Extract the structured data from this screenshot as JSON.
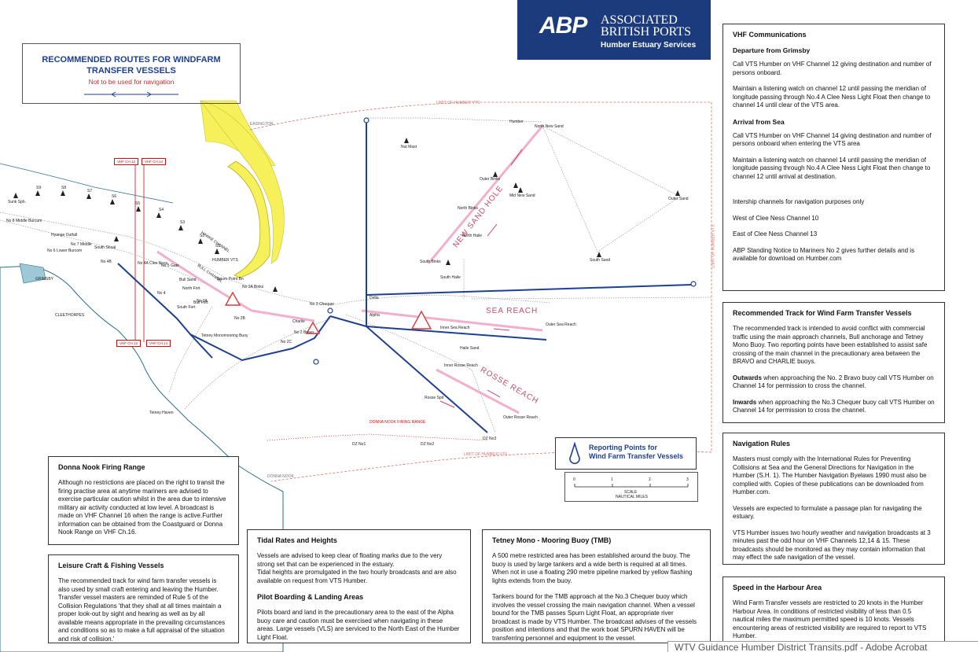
{
  "header": {
    "logo_text": "ABP",
    "org_name_line1": "ASSOCIATED",
    "org_name_line2": "BRITISH PORTS",
    "org_sub": "Humber Estuary Services",
    "brand_color": "#1c3b7d"
  },
  "title": {
    "line1": "RECOMMENDED ROUTES FOR WINDFARM",
    "line2": "TRANSFER VESSELS",
    "note": "Not to be used for navigation"
  },
  "map": {
    "area_labels": {
      "sea_reach": "SEA REACH",
      "rosse_reach": "ROSSE REACH",
      "new_sand_hole": "NEW SAND HOLE",
      "bull_channel": "BULL CHANNEL",
      "hawke_channel": "HAWKE CHANNEL",
      "limit_of_humber_vts_top": "LIMIT OF HUMBER VTS",
      "limit_of_humber_vts_right": "LIMIT OF HUMBER VTS",
      "limit_of_humber_vts_bottom": "LIMIT OF HUMBER VTS",
      "donna_nook_firing_range": "DONNA NOOK FIRING RANGE",
      "donna_nook": "DONNA NOOK",
      "easington": "EASINGTON",
      "grimsby": "GRIMSBY",
      "cleethorpes": "CLEETHORPES",
      "tetney_haven": "Tetney Haven",
      "humber_vts": "HUMBER VTS"
    },
    "vhf_labels": [
      "VHF CH.12",
      "VHF CH.14",
      "VHF CH.12",
      "VHF CH.14"
    ],
    "buoy_labels": [
      "Sunk Sph.",
      "S9",
      "S8",
      "S7",
      "S6",
      "S5",
      "S4",
      "S3",
      "S2",
      "S1",
      "No 8 Middle Burcum",
      "Hyange Outfall",
      "No 7 Middle",
      "No 6 Lower Burcom",
      "South Shoal",
      "No 4B",
      "No 4A Clee Ness",
      "No 5 Gate",
      "Bull Sand",
      "No 3A",
      "Spurn Point Bn",
      "No 2A Binks",
      "North Fort",
      "Bull Fort",
      "South Fort",
      "No 4",
      "No 2B",
      "Tetney Monomooring Buoy",
      "No 2C",
      "No 2 Bravo",
      "No 3 Chequer",
      "Delta",
      "Alpha",
      "Charlie",
      "South Binks",
      "North Binks",
      "Outer Binks",
      "Mid New Sand",
      "North New Sand",
      "Humber",
      "Outer Sand",
      "South Sand",
      "Inner Sea Reach",
      "Outer Sea Reach",
      "Haile Sand",
      "Inner Rosse Reach",
      "Outer Rosse Reach",
      "Rosse Spit",
      "DZ No1",
      "DZ No2",
      "DZ No3",
      "Nut Mast",
      "North Haile",
      "South Haile"
    ]
  },
  "legend": {
    "label_line1": "Reporting Points for",
    "label_line2": "Wind Farm Transfer Vessels"
  },
  "scale": {
    "ticks": [
      "0",
      "1",
      "2",
      "3"
    ],
    "label_line1": "SCALE",
    "label_line2": "NAUTICAL MILES"
  },
  "right_panel": {
    "vhf": {
      "heading": "VHF Communications",
      "dep_heading": "Departure from Grimsby",
      "dep_p1": "Call VTS Humber on VHF Channel 12 giving destination and number of persons onboard.",
      "dep_p2": "Maintain a listening watch on channel 12 until passing the meridian of longitude passing through No.4 A Clee Ness Light Float then change to channel 14 until clear of the VTS area.",
      "arr_heading": "Arrival from Sea",
      "arr_p1": "Call VTS Humber on VHF Channel 14 giving destination and number of persons onboard when entering the VTS area",
      "arr_p2": "Maintain a listening watch on channel 14 until passing the meridian of longitude passing through No.4 A Clee Ness Light Float then change to channel 12 until arrival at destination.",
      "intership": "Intership channels for navigation purposes only",
      "west": "West of Clee Ness Channel 10",
      "east": "East of Clee Ness Channel 13",
      "notice": "ABP Standing Notice to Mariners No 2 gives further details and is available for download on Humber.com"
    },
    "track": {
      "heading": "Recommended Track for Wind Farm Transfer Vessels",
      "p1": "The recommended track is intended to avoid conflict with commercial traffic using the main approach channels, Bull anchorage and Tetney Mono Buoy. Two reporting points have been established to assist safe crossing of the main channel in the precautionary area between the BRAVO and CHARLIE buoys.",
      "p2_bold": "Outwards",
      "p2": " when approaching the No. 2 Bravo buoy call VTS Humber on Channel 14 for permission to cross the channel.",
      "p3_bold": "Inwards",
      "p3": " when approaching the No.3 Chequer buoy call VTS Humber on Channel 14 for permission to cross the channel."
    },
    "nav_rules": {
      "heading": "Navigation Rules",
      "p1": "Masters must comply with the International Rules for Preventing Collisions at Sea and the General Directions for Navigation in the Humber (S.H. 1). The Humber Navigation Byelaws 1990 must also be complied with. Copies of these publications can be downloaded from Humber.com.",
      "p2": "Vessels are expected to formulate a passage plan for navigating the estuary.",
      "p3": "VTS Humber issues two hourly weather and navigation broadcasts at 3 minutes past the odd hour on VHF Channels 12,14 & 15. These broadcasts should be monitored as they may contain information that may effect the safe navigation of the vessel."
    },
    "speed": {
      "heading": "Speed in the Harbour Area",
      "p1": "Wind Farm Transfer vessels are restricted to 20 knots in the Humber Harbour Area. In conditions of restricted visibility of less than 0.5 nautical miles the maximum permitted speed is 10 knots. Vessels encountering areas of restricted visibility are required to report to VTS Humber."
    }
  },
  "donna": {
    "heading": "Donna Nook Firing Range",
    "p1": "Although no restrictions are placed on the right to transit the firing practise area at anytime mariners are advised to exercise particular caution whilst in the area due to intensive military air activity conducted at low level. A broadcast is made on VHF Channel 16 when the range is active.Further information can be obtained from the Coastguard or Donna Nook Range on VHF Ch.16."
  },
  "leisure": {
    "heading": "Leisure Craft & Fishing Vessels",
    "p1": "The recommended track for wind farm transfer vessels is also used by small craft entering and leaving the Humber. Transfer vessel masters are reminded of Rule 5 of the Collision Regulations 'that they shall at all times maintain a proper look-out by sight and hearing as well as by all available means appropriate in the prevailing circumstances and conditions so as to make a full appraisal of the situation and risk of collision.'"
  },
  "tidal": {
    "heading": "Tidal Rates and Heights",
    "p1": "Vessels are advised to keep clear of floating marks due to the very strong set that can be experienced in the estuary.",
    "p2": "Tidal heights are promulgated in the two hourly broadcasts and are also available on request from VTS Humber.",
    "pilot_heading": "Pilot Boarding & Landing Areas",
    "p3": "Pilots board and land in the precautionary area to the east of the Alpha buoy care and caution must be exercised when navigating in these areas. Large vessels (VLS) are serviced to the North East of the Humber Light Float."
  },
  "tetney": {
    "heading": "Tetney Mono - Mooring Buoy (TMB)",
    "p1": "A 500 metre restricted area has been established around the buoy. The buoy is used by large tankers and a wide berth is required at all times. When not in use a floating 290 metre pipeline marked by yellow flashing lights extends from the buoy.",
    "p2": "Tankers bound for the TMB approach at the No.3 Chequer buoy which involves the vessel crossing the main navigation channel. When a vessel bound for the TMB passes Spurn Light Float, an appropriate river broadcast is made by VTS Humber. The broadcast advises of the vessels position and intentions and that the work boat SPURN HAVEN will be transferring personnel and equipment to the vessel."
  },
  "tooltip": {
    "text": "WTV Guidance Humber District Transits.pdf - Adobe Acrobat"
  }
}
